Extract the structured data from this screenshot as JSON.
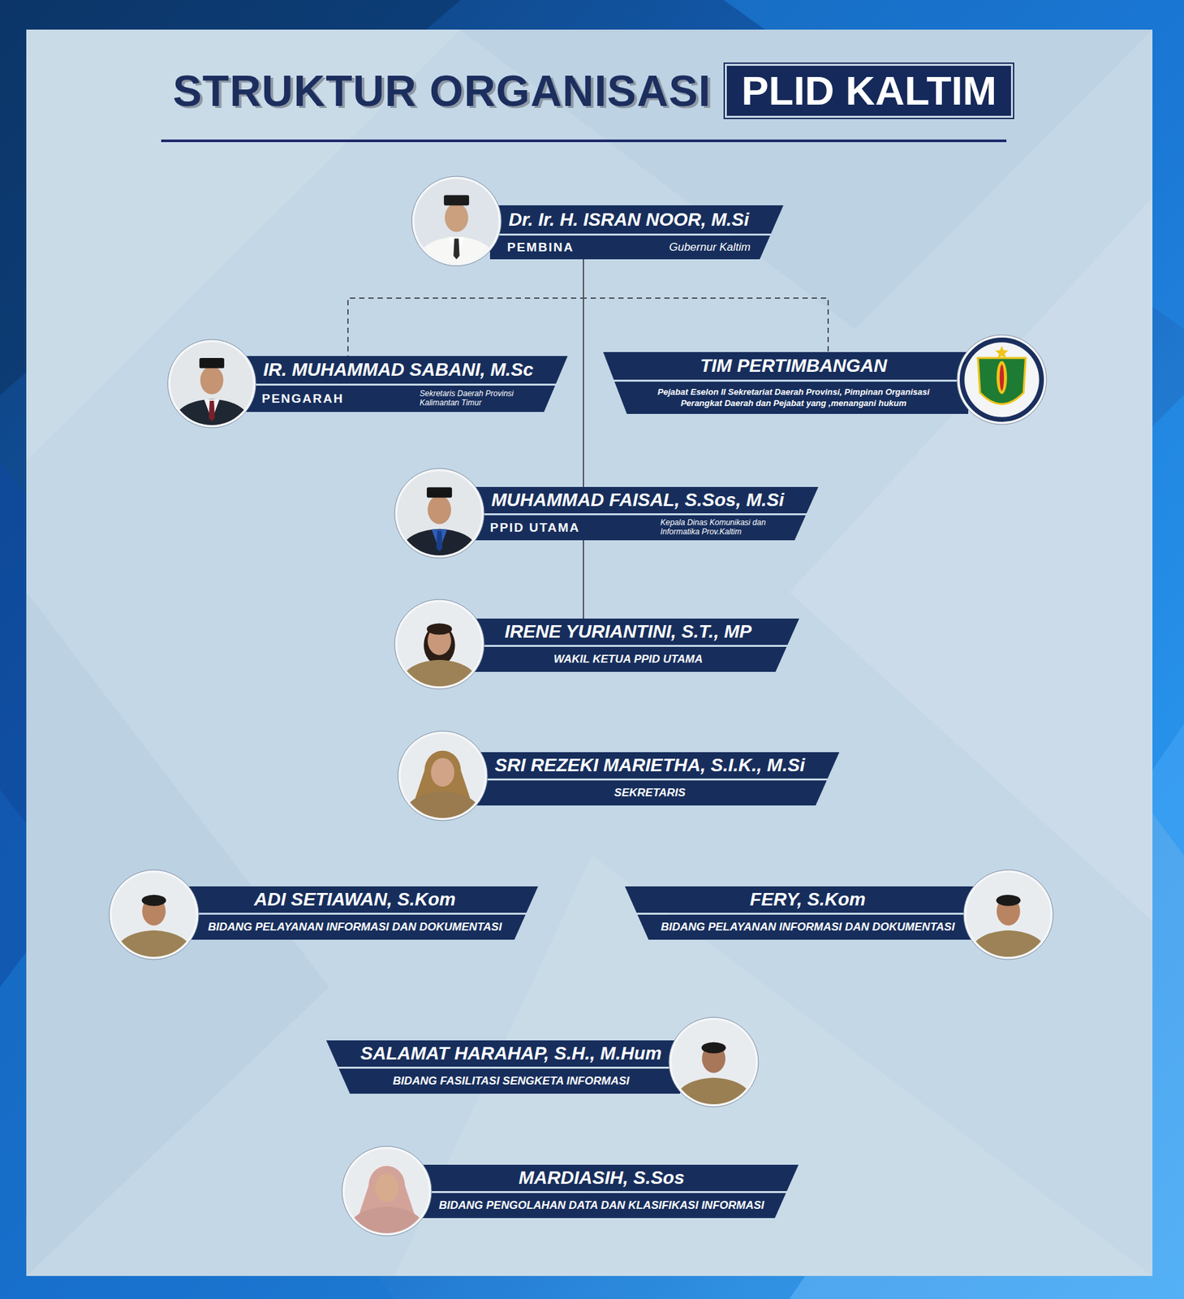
{
  "diagram": {
    "title": "STRUKTUR ORGANISASI",
    "nodes": [
      {
        "text": [
          "Dr. Ir. H. ISRAN NOOR, M.Si",
          "PEMBINA",
          "Gubernur Kaltim"
        ]
      },
      {
        "text": [
          "IR. MUHAMMAD SABANI, M.Sc",
          "PENGARAH",
          "Sekretaris Daerah Provinsi Kalimantan Timur"
        ]
      },
      {
        "text": [
          "TIM PERTIMBANGAN",
          "Pejabat Eselon II Sekretariat Daerah Provinsi, Pimpinan Organisasi Perangkat Daerah dan Pejabat yang ,menangani hukum"
        ]
      },
      {
        "text": [
          "MUHAMMAD FAISAL, S.Sos, M.Si",
          "PPID UTAMA",
          "Kepala Dinas Komunikasi dan Informatika Prov.Kaltim"
        ]
      },
      {
        "text": [
          "IRENE YURIANTINI, S.T., MP",
          "WAKIL KETUA PPID UTAMA"
        ]
      },
      {
        "text": [
          "SRI REZEKI MARIETHA, S.I.K., M.Si",
          "SEKRETARIS"
        ]
      },
      {
        "text": [
          "ADI SETIAWAN, S.Kom",
          "BIDANG PELAYANAN INFORMASI DAN DOKUMENTASI"
        ]
      },
      {
        "text": [
          "FERY, S.Kom",
          "BIDANG PELAYANAN INFORMASI DAN DOKUMENTASI"
        ]
      },
      {
        "text": [
          "SALAMAT HARAHAP, S.H., M.Hum",
          "BIDANG FASILITASI SENGKETA INFORMASI"
        ]
      },
      {
        "text": [
          "MARDIASIH, S.Sos",
          "BIDANG PENGOLAHAN DATA DAN KLASIFIKASI INFORMASI"
        ]
      }
    ],
    "edges": [
      {
        "from": 0,
        "to": 1,
        "arrow": "none"
      },
      {
        "from": 0,
        "to": 2,
        "arrow": "none"
      },
      {
        "from": 0,
        "to": 3,
        "arrow": "none"
      },
      {
        "from": 3,
        "to": 4,
        "arrow": "none"
      }
    ],
    "labels": [
      "PLID KALTIM"
    ]
  }
}
